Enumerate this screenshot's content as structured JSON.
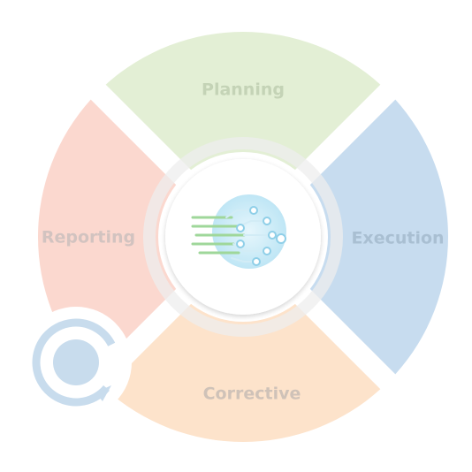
{
  "segments": [
    {
      "label": "Planning",
      "color": "#e3efd5",
      "text_color": "#c4d3b6"
    },
    {
      "label": "Execution",
      "color": "#c7dcef",
      "text_color": "#a9bfd2"
    },
    {
      "label": "Corrective",
      "color": "#fde3cb",
      "text_color": "#cfc2b8"
    },
    {
      "label": "Reporting",
      "color": "#fbd8cf",
      "text_color": "#d2c3c0"
    }
  ],
  "center": {
    "icon": "circuit-icon",
    "ring_color": "#ececec",
    "accent_color": "#5ab7df"
  },
  "cycle_badge": {
    "icon": "refresh-cycle-icon",
    "color": "#c8dced"
  }
}
